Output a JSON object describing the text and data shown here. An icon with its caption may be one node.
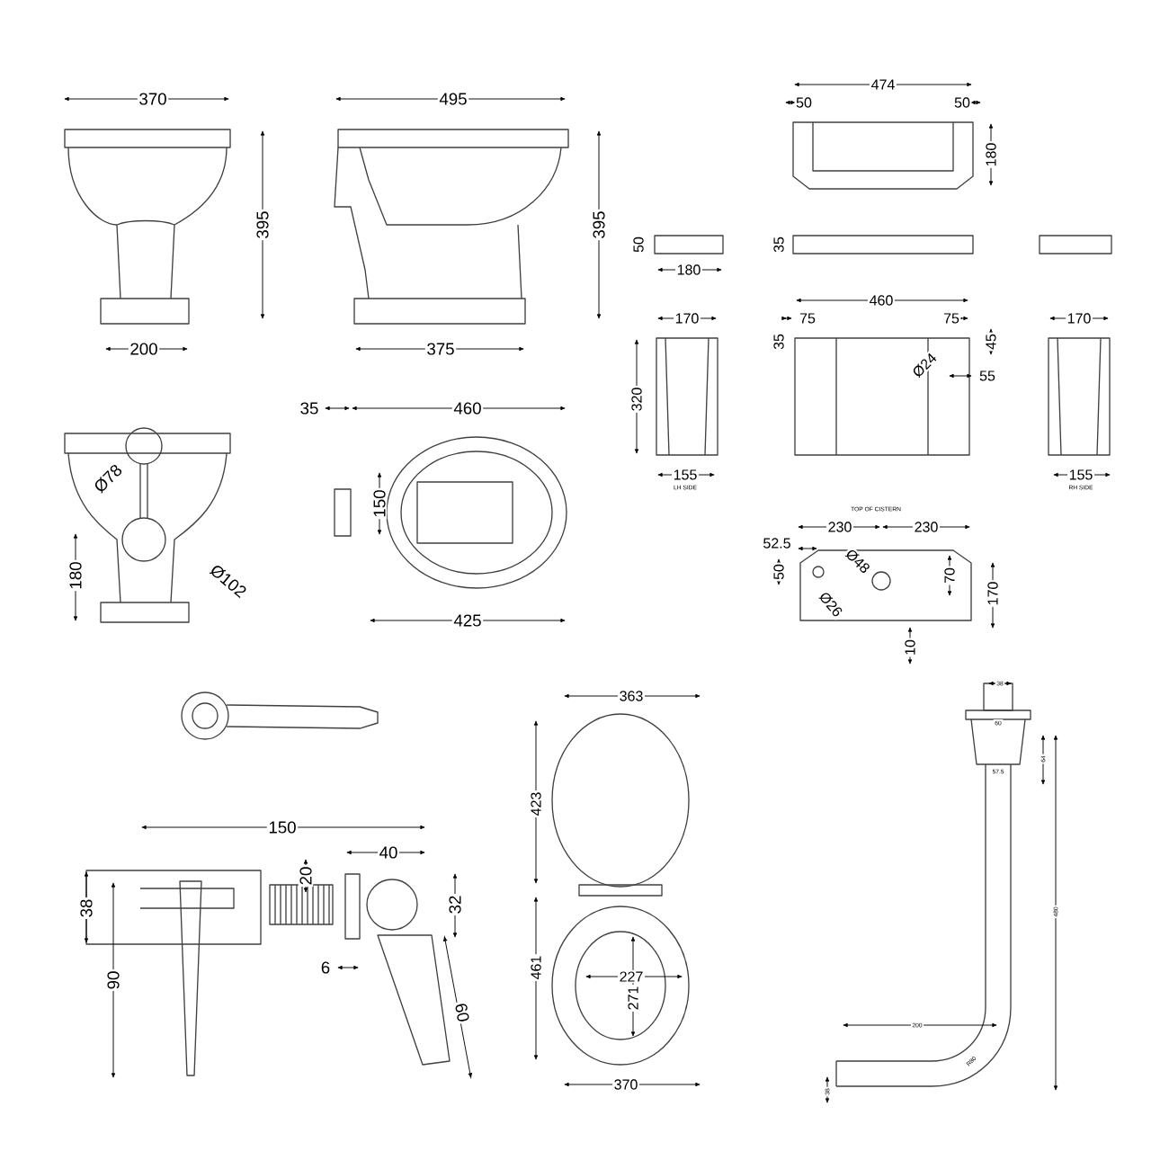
{
  "diagram": {
    "labels": [
      "370",
      "495",
      "474",
      "50",
      "50",
      "395",
      "395",
      "180",
      "50",
      "35",
      "180",
      "200",
      "375",
      "460",
      "170",
      "75",
      "75",
      "170",
      "35",
      "45",
      "Ø24",
      "55",
      "320",
      "35",
      "460",
      "Ø78",
      "150",
      "155",
      "LH SIDE",
      "155",
      "RH SIDE",
      "TOP OF CISTERN",
      "230",
      "230",
      "52.5",
      "Ø48",
      "50",
      "70",
      "180",
      "Ø102",
      "Ø26",
      "170",
      "425",
      "10",
      "363",
      "38",
      "60",
      "64",
      "57.5",
      "423",
      "150",
      "40",
      "20",
      "38",
      "32",
      "480",
      "6",
      "461",
      "227",
      "90",
      "271",
      "60",
      "200",
      "R80",
      "370",
      "38"
    ]
  }
}
